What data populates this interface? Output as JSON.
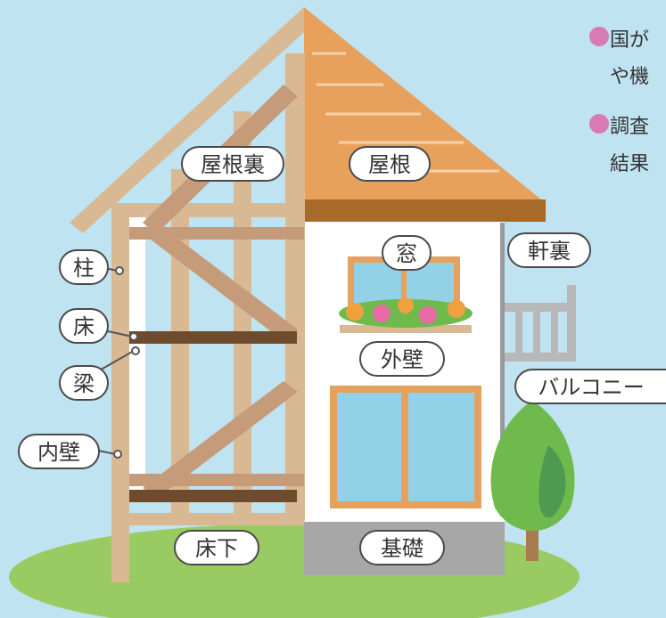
{
  "notes": {
    "line1": "国が",
    "line2": "や機",
    "line3": "調査",
    "line4": "結果",
    "bullet_color": "#d77ab5"
  },
  "labels": {
    "attic": "屋根裏",
    "roof": "屋根",
    "window": "窓",
    "eaves": "軒裏",
    "pillar": "柱",
    "floor": "床",
    "beam": "梁",
    "exterior_wall": "外壁",
    "balcony": "バルコニー",
    "interior_wall": "内壁",
    "underfloor": "床下",
    "foundation": "基礎"
  },
  "colors": {
    "sky": "#bfe3f1",
    "roof": "#e8a15c",
    "roof_edge": "#a86a28",
    "frame": "#d9b993",
    "brace": "#c59b79",
    "floor_beam": "#6e4b2c",
    "wall": "#ffffff",
    "foundation": "#a7a7a7",
    "glass": "#93d1e6",
    "window_frame": "#e6a15e",
    "grass": "#9acb62",
    "tree": "#6fba4d",
    "trunk": "#a87c4e"
  }
}
